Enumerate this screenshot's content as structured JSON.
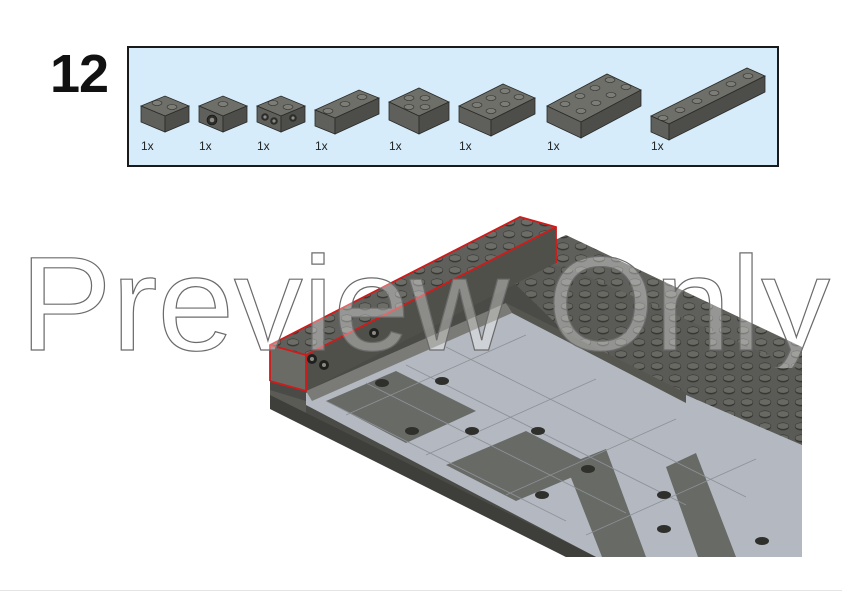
{
  "step": {
    "number": "12"
  },
  "parts_list": [
    {
      "name": "brick-1x2",
      "quantity": "1x",
      "studs": 2
    },
    {
      "name": "technic-brick-1x1-hole",
      "quantity": "1x",
      "studs": 1
    },
    {
      "name": "technic-brick-1x2-holes",
      "quantity": "1x",
      "studs": 2
    },
    {
      "name": "brick-1x3",
      "quantity": "1x",
      "studs": 3
    },
    {
      "name": "brick-2x2",
      "quantity": "1x",
      "studs": 4
    },
    {
      "name": "brick-2x3",
      "quantity": "1x",
      "studs": 6
    },
    {
      "name": "brick-2x4",
      "quantity": "1x",
      "studs": 8
    },
    {
      "name": "brick-1x6",
      "quantity": "1x",
      "studs": 6
    }
  ],
  "colors": {
    "brick": "#5f605b",
    "brick_top": "#6e6f69",
    "brick_dark": "#44453f",
    "tile_light": "#b4b9c1",
    "tile_dark": "#686a66",
    "panel_bg": "#d6ecfa",
    "highlight": "#d11a1a"
  },
  "watermark": {
    "text": "Preview Only"
  }
}
